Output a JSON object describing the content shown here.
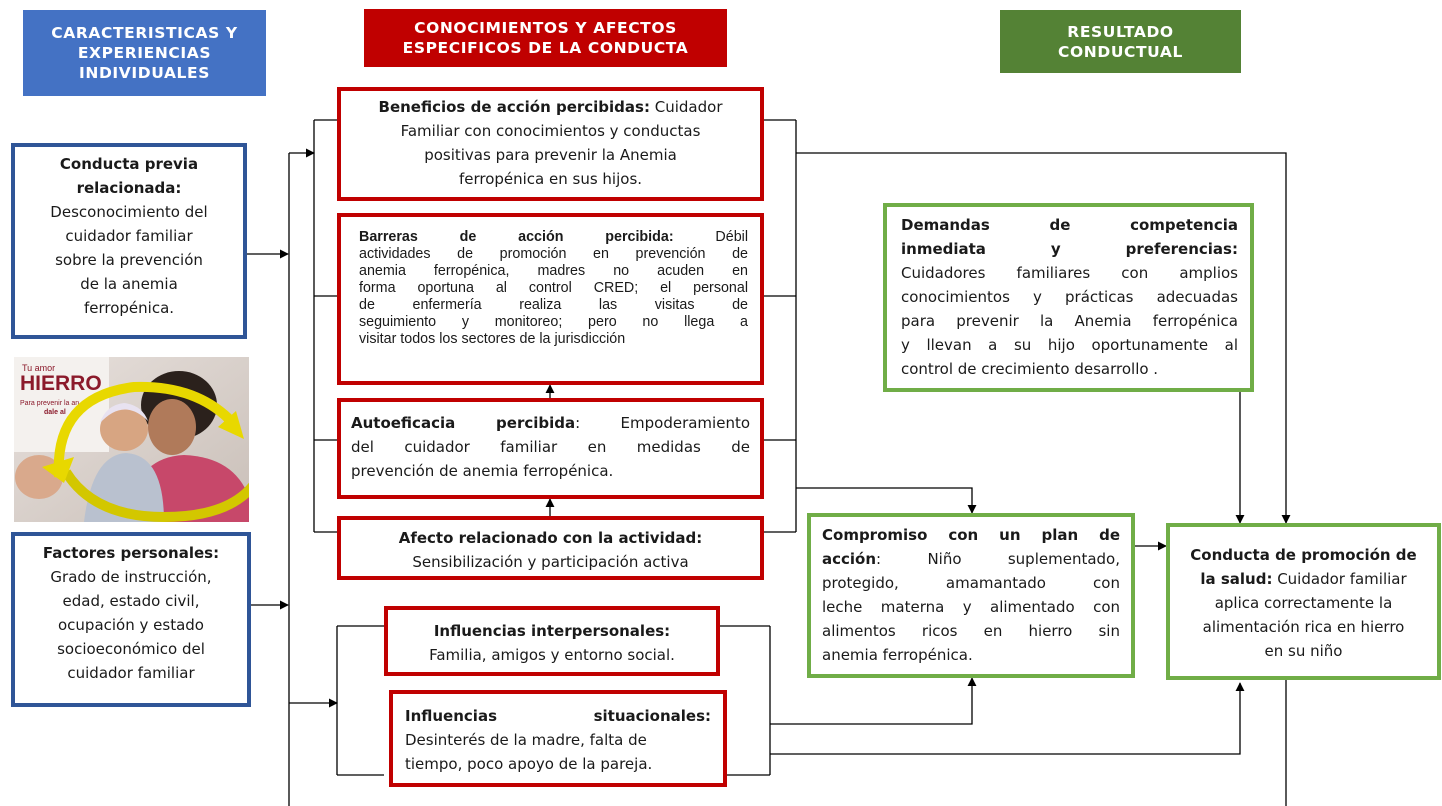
{
  "headers": {
    "col1": [
      "CARACTERISTICAS Y",
      "EXPERIENCIAS",
      "INDIVIDUALES"
    ],
    "col2": [
      "CONOCIMIENTOS Y AFECTOS",
      "ESPECIFICOS DE LA CONDUCTA"
    ],
    "col3": [
      "RESULTADO",
      "CONDUCTUAL"
    ]
  },
  "colors": {
    "col1_header": "#4472c4",
    "col2_header": "#c00000",
    "col3_header": "#548235",
    "red_border": "#c00000",
    "blue_border": "#2f5597",
    "green_border": "#70ad47"
  },
  "conducta_previa": {
    "title": [
      "Conducta previa",
      "relacionada:"
    ],
    "body": [
      "Desconocimiento del",
      "cuidador familiar",
      "sobre la prevención",
      "de la anemia",
      "ferropénica."
    ]
  },
  "photo": {
    "poster_small": "Tu amor",
    "poster_big": "HIERRO",
    "poster_line1": "Para prevenir la an",
    "poster_line2": "dale al"
  },
  "factores": {
    "title": "Factores personales:",
    "body": [
      "Grado de instrucción,",
      "edad, estado civil,",
      "ocupación y estado",
      "socioeconómico del",
      "cuidador familiar"
    ]
  },
  "beneficios": {
    "title": "Beneficios de acción percibidas:",
    "lines": [
      " Cuidador",
      "Familiar con conocimientos y conductas",
      "positivas para prevenir la Anemia",
      "ferropénica en sus hijos."
    ]
  },
  "barreras": {
    "title": "Barreras de acción percibida:",
    "lines": [
      " Débil",
      "actividades de promoción en prevención de",
      "anemia ferropénica, madres no acuden en",
      "forma oportuna al control CRED; el personal",
      "de enfermería realiza las visitas de",
      "seguimiento y  monitoreo; pero no llega a",
      "visitar  todos los sectores de la jurisdicción"
    ]
  },
  "autoeficacia": {
    "title": "Autoeficacia percibida",
    "lines": [
      ": Empoderamiento",
      "del cuidador familiar en medidas de",
      "prevención de anemia ferropénica."
    ]
  },
  "afecto": {
    "title": "Afecto relacionado con la actividad:",
    "body": "Sensibilización y participación activa"
  },
  "interpersonales": {
    "title": "Influencias interpersonales:",
    "body": "Familia, amigos y entorno social."
  },
  "situacionales": {
    "title_a": "Influencias",
    "title_b": "situacionales:",
    "lines": [
      "Desinterés de la madre, falta de",
      "tiempo, poco apoyo de la pareja."
    ]
  },
  "demandas": {
    "title_lines": [
      [
        "Demandas",
        "de",
        "competencia"
      ],
      [
        "inmediata",
        "y",
        "preferencias:"
      ]
    ],
    "lines": [
      "Cuidadores familiares con amplios",
      "conocimientos y prácticas adecuadas",
      "para prevenir la Anemia ferropénica",
      "y llevan a su hijo oportunamente al",
      "control de crecimiento desarrollo ."
    ]
  },
  "compromiso": {
    "title_l1": "Compromiso con un plan de",
    "title_l2": "acción",
    "lines": [
      ": Niño suplementado,",
      "protegido, amamantado con",
      "leche materna y alimentado con",
      "alimentos ricos en hierro sin",
      "anemia ferropénica."
    ]
  },
  "conducta_promocion": {
    "title_l1": "Conducta de promoción de",
    "title_l2": "la salud:",
    "lines": [
      " Cuidador familiar",
      "aplica correctamente la",
      "alimentación rica en hierro",
      "en su niño"
    ]
  }
}
